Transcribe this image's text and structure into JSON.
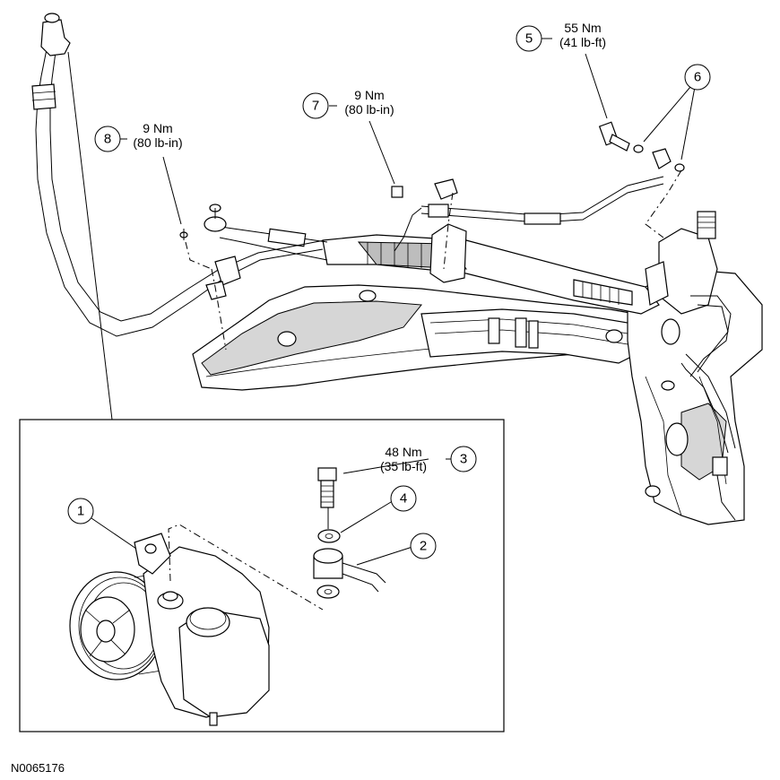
{
  "callouts": [
    {
      "number": "1",
      "torque_metric": "",
      "torque_imperial": ""
    },
    {
      "number": "2",
      "torque_metric": "",
      "torque_imperial": ""
    },
    {
      "number": "3",
      "torque_metric": "48 Nm",
      "torque_imperial": "(35 lb-ft)"
    },
    {
      "number": "4",
      "torque_metric": "",
      "torque_imperial": ""
    },
    {
      "number": "5",
      "torque_metric": "55 Nm",
      "torque_imperial": "(41 lb-ft)"
    },
    {
      "number": "6",
      "torque_metric": "",
      "torque_imperial": ""
    },
    {
      "number": "7",
      "torque_metric": "9 Nm",
      "torque_imperial": "(80 lb-in)"
    },
    {
      "number": "8",
      "torque_metric": "9 Nm",
      "torque_imperial": "(80 lb-in)"
    }
  ],
  "figure_reference": "N0065176"
}
